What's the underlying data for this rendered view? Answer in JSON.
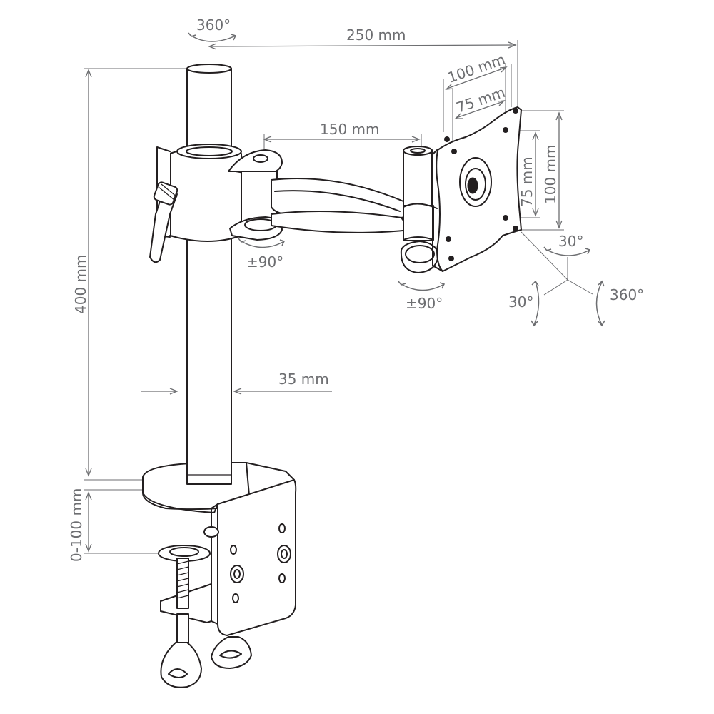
{
  "dimensions": {
    "arm_reach": "250 mm",
    "pole_height": "400 mm",
    "pole_diameter": "35 mm",
    "arm_segment": "150 mm",
    "clamp_range": "0-100 mm",
    "vesa_large_horizontal": "100 mm",
    "vesa_small_horizontal": "75 mm",
    "vesa_small_vertical": "75 mm",
    "vesa_large_vertical": "100 mm"
  },
  "rotations": {
    "pole_swivel": "360°",
    "arm_joint_swivel": "±90°",
    "head_joint_swivel": "±90°",
    "head_pan": "30°",
    "head_tilt": "30°",
    "head_rotate": "360°"
  },
  "colors": {
    "outline": "#231f20",
    "dimension": "#6d6e71"
  }
}
